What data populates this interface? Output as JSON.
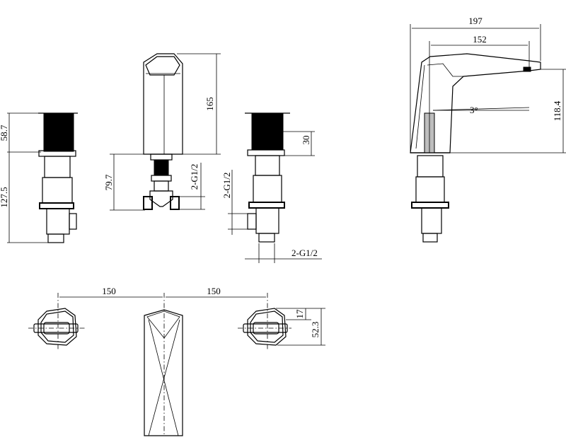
{
  "dimensions": {
    "overall_length": "197",
    "spout_reach": "152",
    "spout_angle": "3°",
    "spout_height": "118.4",
    "spout_body_height": "165",
    "spout_shank_length": "79.7",
    "handle_cap_height": "58.7",
    "valve_body_height": "127.5",
    "cap_offset": "30",
    "inlet_thread_spout": "2-G1/2",
    "inlet_thread_valve_vertical": "2-G1/2",
    "inlet_thread_valve_bottom": "2-G1/2",
    "centers_left": "150",
    "centers_right": "150",
    "handle_depth_17": "17",
    "handle_depth_52": "52.3"
  }
}
